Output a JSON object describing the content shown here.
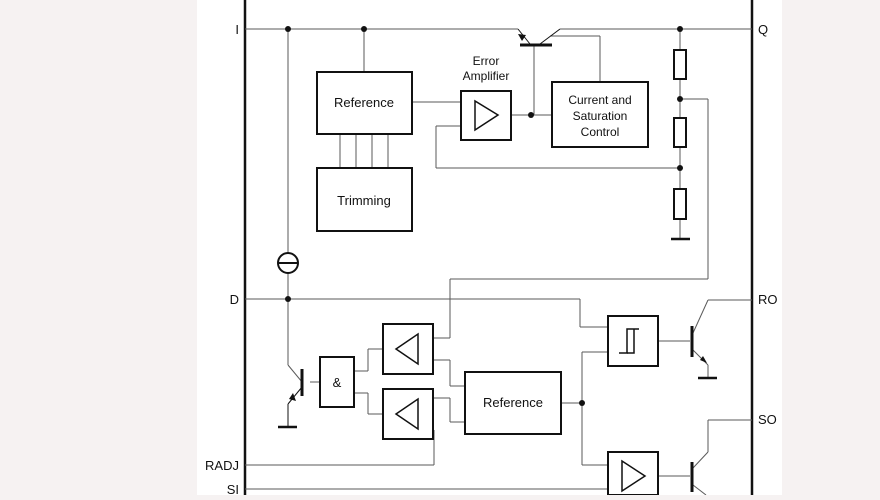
{
  "colors": {
    "background": "#f6f2f2",
    "panel": "#ffffff",
    "ink": "#111111",
    "line": "#5a5a5a"
  },
  "pins": {
    "i": "I",
    "q": "Q",
    "d": "D",
    "ro": "RO",
    "so": "SO",
    "radj": "RADJ",
    "si": "SI"
  },
  "blocks": {
    "reference_top": "Reference",
    "trimming": "Trimming",
    "error_amp_line1": "Error",
    "error_amp_line2": "Amplifier",
    "csc_line1": "Current and",
    "csc_line2": "Saturation",
    "csc_line3": "Control",
    "and_gate": "&",
    "reference_bottom": "Reference"
  }
}
